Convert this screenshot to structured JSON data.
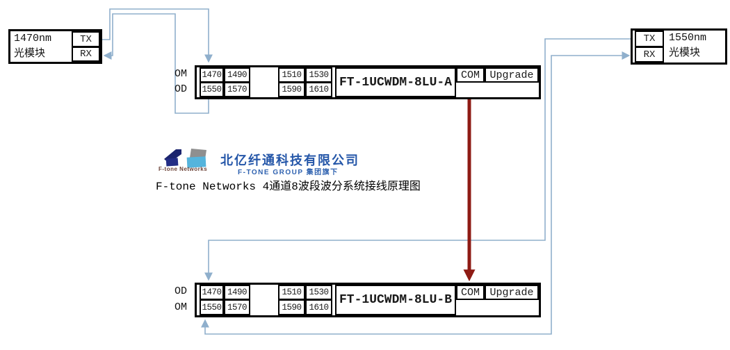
{
  "caption": "F-tone Networks 4通道8波段波分系统接线原理图",
  "branding": {
    "company": "北亿纤通科技有限公司",
    "group": "F-TONE GROUP 集团旗下",
    "logo_caption": "F-tone Networks"
  },
  "module_left": {
    "line1": "1470nm",
    "line2": "光模块",
    "tx": "TX",
    "rx": "RX"
  },
  "module_right": {
    "line1": "1550nm",
    "line2": "光模块",
    "tx": "TX",
    "rx": "RX"
  },
  "device_a": {
    "name": "FT-1UCWDM-8LU-A",
    "row_label_top": "OM",
    "row_label_bottom": "OD",
    "ports_top": [
      "1470",
      "1490",
      "1510",
      "1530"
    ],
    "ports_bottom": [
      "1550",
      "1570",
      "1590",
      "1610"
    ],
    "com": "COM",
    "upgrade": "Upgrade"
  },
  "device_b": {
    "name": "FT-1UCWDM-8LU-B",
    "row_label_top": "OD",
    "row_label_bottom": "OM",
    "ports_top": [
      "1470",
      "1490",
      "1510",
      "1530"
    ],
    "ports_bottom": [
      "1550",
      "1570",
      "1590",
      "1610"
    ],
    "com": "COM",
    "upgrade": "Upgrade"
  },
  "colors": {
    "fiber_line_blue": "#8FAFCC",
    "com_link_maroon": "#8E1B14",
    "brand_blue": "#2456a8",
    "logo_navy": "#1b246e",
    "logo_gray": "#8f8f8f",
    "logo_sky": "#55b4dc"
  }
}
